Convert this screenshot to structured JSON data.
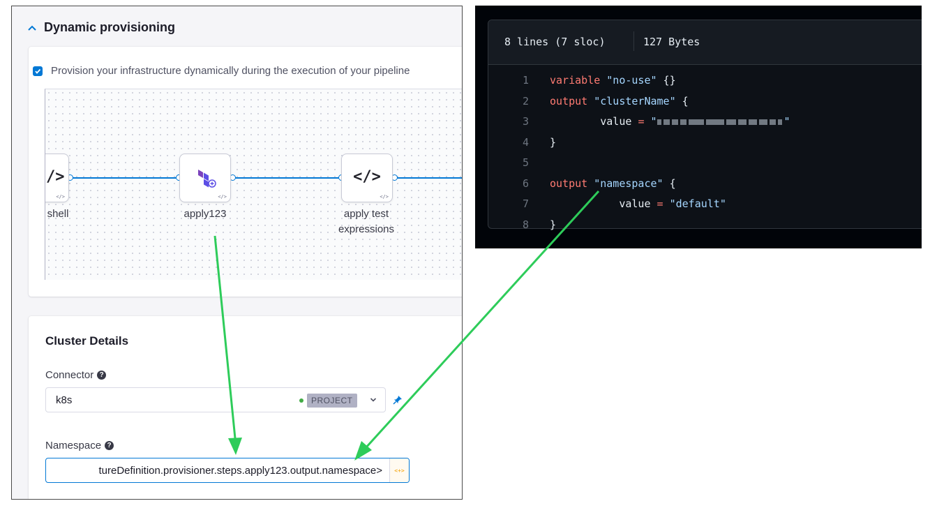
{
  "left": {
    "section_title": "Dynamic provisioning",
    "checkbox_label": "Provision your infrastructure dynamically during the execution of your pipeline",
    "pipeline": {
      "steps": [
        {
          "label": "shell",
          "icon": "code-icon",
          "glyph": "/>"
        },
        {
          "label": "apply123",
          "icon": "terraform-icon"
        },
        {
          "label": "apply test\nexpressions",
          "icon": "code-icon",
          "glyph": "</>"
        }
      ],
      "mini_glyph": "</>"
    },
    "cluster_title": "Cluster Details",
    "connector": {
      "label": "Connector",
      "help": "?",
      "value": "k8s",
      "scope": "PROJECT"
    },
    "namespace": {
      "label": "Namespace",
      "help": "?",
      "value": "tureDefinition.provisioner.steps.apply123.output.namespace>",
      "runtime_glyph": "<+>"
    },
    "colors": {
      "accent": "#0278d5",
      "scope_green": "#42ab45"
    }
  },
  "code": {
    "lines_info": "8 lines (7 sloc)",
    "size_info": "127 Bytes",
    "lines": [
      {
        "n": "1",
        "parts": [
          [
            "kw",
            "variable "
          ],
          [
            "str",
            "\"no-use\""
          ],
          [
            "plain",
            " {}"
          ]
        ]
      },
      {
        "n": "2",
        "parts": [
          [
            "kw",
            "output "
          ],
          [
            "str",
            "\"clusterName\""
          ],
          [
            "plain",
            " {"
          ]
        ]
      },
      {
        "n": "3",
        "parts": [
          [
            "plain",
            "        value "
          ],
          [
            "kw",
            "="
          ],
          [
            "str",
            " \""
          ],
          [
            "redacted",
            ""
          ],
          [
            "str",
            "\""
          ]
        ]
      },
      {
        "n": "4",
        "parts": [
          [
            "plain",
            "}"
          ]
        ]
      },
      {
        "n": "5",
        "parts": []
      },
      {
        "n": "6",
        "parts": [
          [
            "kw",
            "output "
          ],
          [
            "str",
            "\"namespace\""
          ],
          [
            "plain",
            " {"
          ]
        ]
      },
      {
        "n": "7",
        "parts": [
          [
            "plain",
            "           value "
          ],
          [
            "kw",
            "="
          ],
          [
            "str",
            " \"default\""
          ]
        ]
      },
      {
        "n": "8",
        "parts": [
          [
            "plain",
            "}"
          ]
        ]
      }
    ],
    "colors": {
      "bg": "#0d1117",
      "keyword": "#ff7b72",
      "string": "#a5d6ff"
    }
  },
  "annotation_color": "#2ecc5a"
}
